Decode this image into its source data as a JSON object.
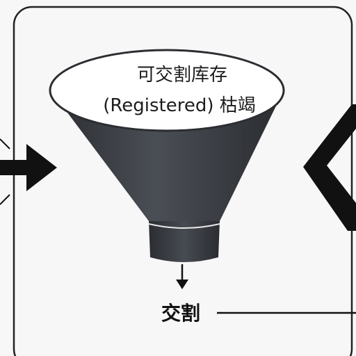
{
  "funnel": {
    "line1": "可交割库存",
    "line2": "(Registered) 枯竭"
  },
  "output": {
    "label": "交割"
  },
  "colors": {
    "background": "#f7f7f7",
    "frame": "#222222",
    "funnel_body": "#3a3d42",
    "funnel_top": "#ffffff",
    "arrow": "#111111"
  }
}
